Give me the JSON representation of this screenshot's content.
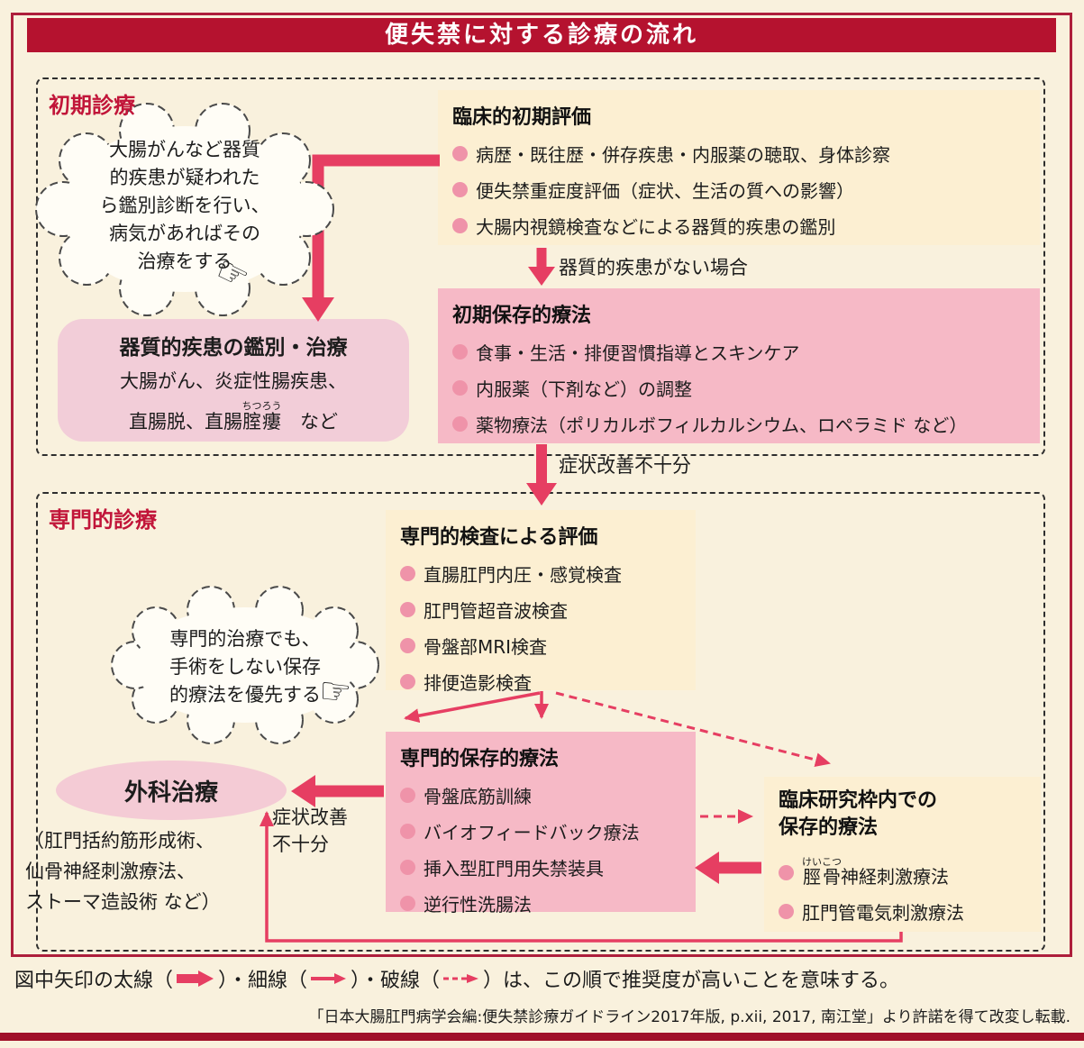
{
  "title": "便失禁に対する診療の流れ",
  "initial": {
    "label": "初期診療",
    "bubble_lines": [
      "大腸がんなど器質",
      "的疾患が疑われた",
      "ら鑑別診断を行い、",
      "病気があればその",
      "治療をする"
    ],
    "hand_icon": "☞",
    "clinical_eval": {
      "title": "臨床的初期評価",
      "items": [
        "病歴・既往歴・併存疾患・内服薬の聴取、身体診察",
        "便失禁重症度評価（症状、生活の質への影響）",
        "大腸内視鏡検査などによる器質的疾患の鑑別"
      ]
    },
    "no_organic_label": "器質的疾患がない場合",
    "organic_box": {
      "title": "器質的疾患の鑑別・治療",
      "line1": "大腸がん、炎症性腸疾患、",
      "line2_pre": "直腸脱、直腸",
      "line2_ruby_base": "腟瘻",
      "line2_ruby_text": "ちつろう",
      "line2_post": "　など"
    },
    "initial_conservative": {
      "title": "初期保存的療法",
      "items": [
        "食事・生活・排便習慣指導とスキンケア",
        "内服薬（下剤など）の調整",
        "薬物療法（ポリカルボフィルカルシウム、ロペラミド など）"
      ]
    }
  },
  "transition_label": "症状改善不十分",
  "specialized": {
    "label": "専門的診療",
    "bubble_lines": [
      "専門的治療でも、",
      "手術をしない保存",
      "的療法を優先する"
    ],
    "hand_icon": "☞",
    "exam": {
      "title": "専門的検査による評価",
      "items": [
        "直腸肛門内圧・感覚検査",
        "肛門管超音波検査",
        "骨盤部MRI検査",
        "排便造影検査"
      ]
    },
    "specialized_conservative": {
      "title": "専門的保存的療法",
      "items": [
        "骨盤底筋訓練",
        "バイオフィードバック療法",
        "挿入型肛門用失禁装具",
        "逆行性洗腸法"
      ]
    },
    "surgery": {
      "title": "外科治療",
      "notes": [
        "（肛門括約筋形成術、",
        "仙骨神経刺激療法、",
        "ストーマ造設術 など）"
      ]
    },
    "symptom_label_lines": [
      "症状改善",
      "不十分"
    ],
    "research": {
      "title_lines": [
        "臨床研究枠内での",
        "保存的療法"
      ],
      "item1_ruby_base": "脛骨",
      "item1_ruby_text": "けいこつ",
      "item1_rest": "神経刺激療法",
      "item2": "肛門管電気刺激療法"
    }
  },
  "legend": {
    "part1": "図中矢印の太線（",
    "part2": "）・細線（",
    "part3": "）・破線（",
    "part4": "）は、この順で推奨度が高いことを意味する。"
  },
  "citation": "「日本大腸肛門病学会編:便失禁診療ガイドライン2017年版, p.xii, 2017, 南江堂」より許諾を得て改変し転載.",
  "colors": {
    "banner": "#b5122f",
    "arrow": "#e63e62",
    "pink_box": "#f6b9c6",
    "light_pink_box": "#f2cdd8",
    "cream_box": "#fcefd2",
    "bullet": "#ef93a9",
    "section_label": "#c11539",
    "background": "#f9f1dd"
  }
}
